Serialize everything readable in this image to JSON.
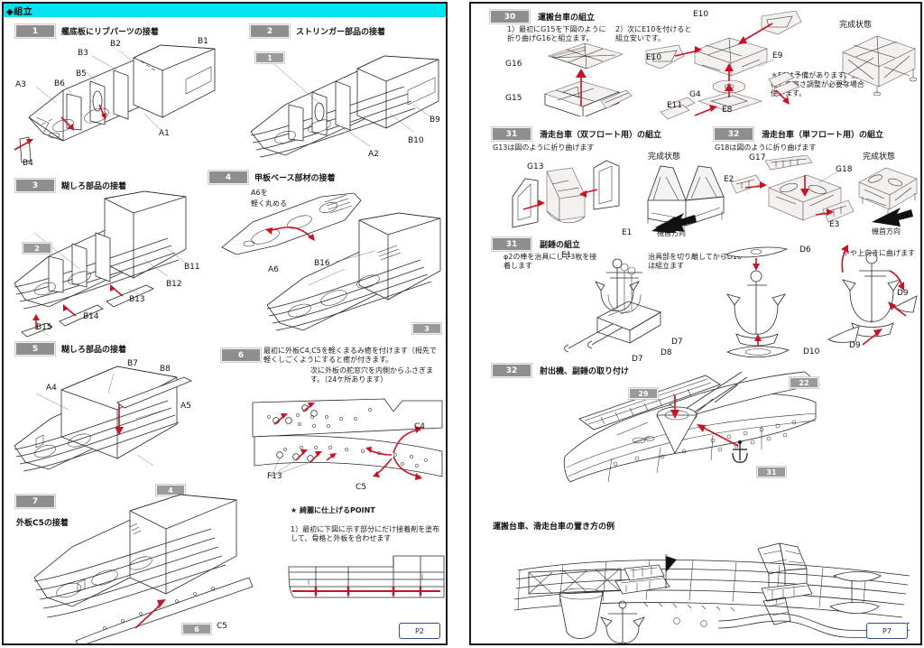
{
  "document": {
    "type": "paper-model-assembly-instruction",
    "language": "ja",
    "spread": "two-page"
  },
  "left_page": {
    "header": {
      "title": "◆組立",
      "band_color": "#00e5f0"
    },
    "page_number": "P2",
    "steps": [
      {
        "num": "1",
        "title": "艦底板にリブパーツの接着",
        "part_labels": [
          "A3",
          "B6",
          "B5",
          "B3",
          "B2",
          "B1",
          "A1",
          "B4"
        ]
      },
      {
        "num": "2",
        "title": "ストリンガー部品の接着",
        "ref_chip": "1",
        "part_labels": [
          "B9",
          "B10",
          "A2"
        ]
      },
      {
        "num": "3",
        "title": "糊しろ部品の接着",
        "ref_chip": "2",
        "part_labels": [
          "B11",
          "B12",
          "B13",
          "B14",
          "B15"
        ]
      },
      {
        "num": "4",
        "title": "甲板ベース部材の接着",
        "ref_chip": "3",
        "callout": "A6を\n軽く丸める",
        "part_labels": [
          "A6",
          "B16"
        ]
      },
      {
        "num": "5",
        "title": "糊しろ部品の接着",
        "ref_chip": "4",
        "part_labels": [
          "A4",
          "B7",
          "B8",
          "A5"
        ]
      },
      {
        "num": "6",
        "title": "最初に外板C4,C5を軽くまるみ癒を付けます（拇先で軽くしごくようにすると癒が付きます。",
        "subtext": "次に外板の舵窓穴を内側からふさぎます。（24ケ所あります）",
        "part_labels": [
          "C4",
          "C5",
          "F13"
        ]
      },
      {
        "num": "7",
        "title": "外板C5の接着",
        "ref_chip": "6",
        "part_labels": [
          "C5"
        ]
      }
    ],
    "point_box": {
      "heading": "★ 綺麗に仕上げるPOINT",
      "body": "1）最初に下図に示す部分にだけ接着剤を塗布して、骨格と外板を合わせます"
    }
  },
  "right_page": {
    "page_number": "P7",
    "steps": [
      {
        "num": "30",
        "title": "運搬台車の組立",
        "note1": "1）最初にG15を下図のように折り曲げG16と組立ます。",
        "note2": "2）次にE10を付けると組立安いです。",
        "note3": "＊E9は予備があります。射出機との高さ調整が必要な場合使います。",
        "finished_label": "完成状態",
        "part_labels": [
          "G16",
          "G15",
          "E10",
          "E10",
          "E9",
          "G4",
          "E11",
          "E8"
        ]
      },
      {
        "num": "31",
        "title": "滑走台車（双フロート用）の組立",
        "note1": "G13は図のように折り曲げます",
        "finished_label": "完成状態",
        "direction_label": "機首方向",
        "part_labels": [
          "G13",
          "E1",
          "E1"
        ]
      },
      {
        "num": "32",
        "title": "滑走台車（単フロート用）の組立",
        "note1": "G18は図のように折り曲げます",
        "finished_label": "完成状態",
        "direction_label": "機首方向",
        "part_labels": [
          "G17",
          "G18",
          "E2",
          "E3"
        ]
      },
      {
        "num": "31",
        "title": "副錘の組立",
        "note1": "φ2の棒を治具にして3枚を接着します",
        "note2": "治具部を切り離してからD10は組立ます",
        "note3": "やや上向きに曲げます",
        "part_labels": [
          "D7",
          "D8",
          "D7",
          "D6",
          "D10",
          "D9",
          "D9"
        ]
      },
      {
        "num": "32",
        "title": "射出機、副錘の取り付け",
        "ref_chips": [
          "29",
          "22",
          "31"
        ]
      }
    ],
    "bottom_caption": "運搬台車、滑走台車の置き方の例"
  },
  "colors": {
    "header_cyan": "#00e5f0",
    "chip_gray": "#8e8e8e",
    "arrow_red": "#cc1122",
    "line_black": "#2a2a2a",
    "badge_blue": "#2f4f8f",
    "paper_white": "#ffffff"
  }
}
